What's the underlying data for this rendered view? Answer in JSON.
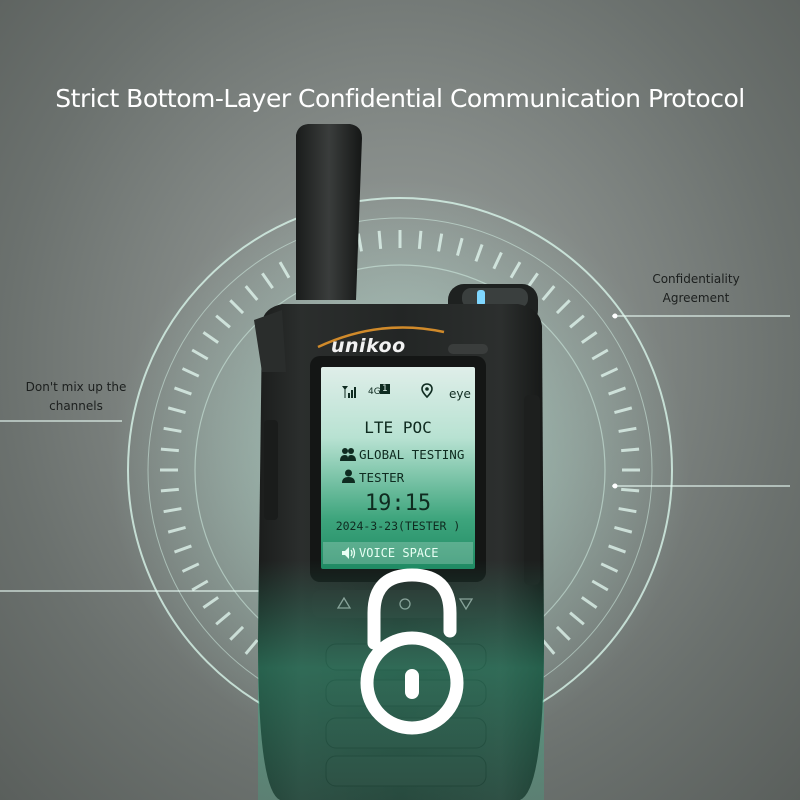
{
  "headline": "Strict Bottom-Layer Confidential Communication Protocol",
  "callouts": {
    "right": [
      "Confidentiality",
      "Agreement"
    ],
    "left": [
      "Don't mix up the",
      "channels"
    ]
  },
  "device": {
    "brand": "unikoo",
    "screen": {
      "network": "4G",
      "sim": "1",
      "eye_label": "eye",
      "mode": "LTE POC",
      "group": "GLOBAL TESTING",
      "user": "TESTER",
      "time": "19:15",
      "date": "2024-3-23(TESTER )",
      "voice": "VOICE SPACE"
    }
  },
  "colors": {
    "accent_glow": "#9ff2d8",
    "screen_green": "#2f9c72",
    "lock": "#ffffff"
  }
}
